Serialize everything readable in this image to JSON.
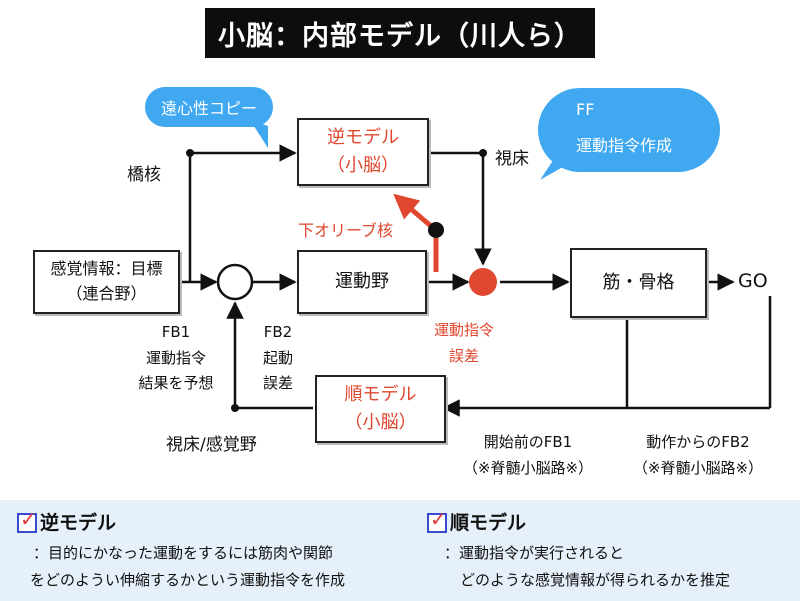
{
  "title": "小脳：内部モデル（川人ら）",
  "bubbles": {
    "left": "遠心性コピー",
    "right_line1": "FF",
    "right_line2": "運動指令作成"
  },
  "boxes": {
    "inverse_model": {
      "line1": "逆モデル",
      "line2": "（小脳）"
    },
    "sensory": {
      "line1": "感覚情報：目標",
      "line2": "（連合野）"
    },
    "motor_area": "運動野",
    "muscle": "筋・骨格",
    "forward_model": {
      "line1": "順モデル",
      "line2": "（小脳）"
    }
  },
  "labels": {
    "pons": "橋核",
    "thalamus": "視床",
    "olive": "下オリーブ核",
    "error_line1": "運動指令",
    "error_line2": "誤差",
    "go": "GO",
    "fb1": [
      "FB1",
      "運動指令",
      "結果を予想"
    ],
    "fb2": [
      "FB2",
      "起動",
      "誤差"
    ],
    "thalamus_sensory": "視床/感覚野",
    "fb1_before": "開始前のFB1",
    "fb1_path": "（※脊髄小脳路※）",
    "fb2_after": "動作からのFB2",
    "fb2_path": "（※脊髄小脳路※）"
  },
  "bottom": {
    "inverse_title": "逆モデル",
    "inverse_text_line1": "：目的にかなった運動をするには筋肉や関節",
    "inverse_text_line2": "をどのようい伸縮するかという運動指令を作成",
    "forward_title": "順モデル",
    "forward_text_line1": "：運動指令が実行されると",
    "forward_text_line2": "どのような感覚情報が得られるかを推定"
  },
  "colors": {
    "accent_red": "#e0472f",
    "bubble_blue": "#3fa8f0",
    "title_bg": "#0d0d0d",
    "bottom_bg": "#e6f0fa"
  }
}
